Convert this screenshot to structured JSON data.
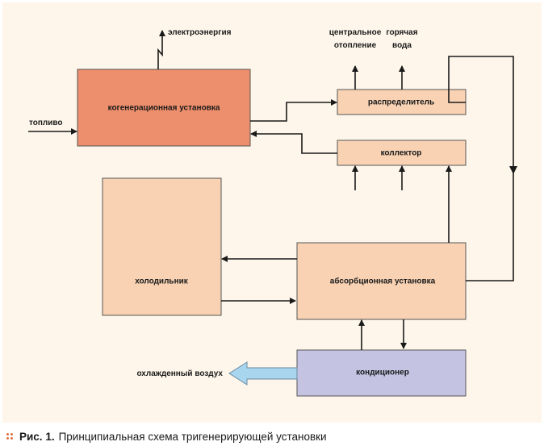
{
  "colors": {
    "background": "#fef6ea",
    "cogeneration_fill": "#ed8e6c",
    "light_fill": "#f8d2b3",
    "air_conditioner_fill": "#c4c3e2",
    "air_arrow_fill": "#a7d6ee"
  },
  "blocks": {
    "cogeneration": "когенерационная установка",
    "distributor": "распределитель",
    "collector": "коллектор",
    "refrigerator": "холодильник",
    "absorption": "абсорбционная установка",
    "air_conditioner": "кондиционер"
  },
  "labels": {
    "electricity": "электроэнергия",
    "fuel": "топливо",
    "central_heating_line1": "центральное",
    "central_heating_line2": "отопление",
    "hot_water_line1": "горячая",
    "hot_water_line2": "вода",
    "cooled_air": "охлажденный воздух"
  },
  "caption": {
    "number": "Рис. 1.",
    "text": "Принципиальная схема тригенерирующей установки"
  }
}
